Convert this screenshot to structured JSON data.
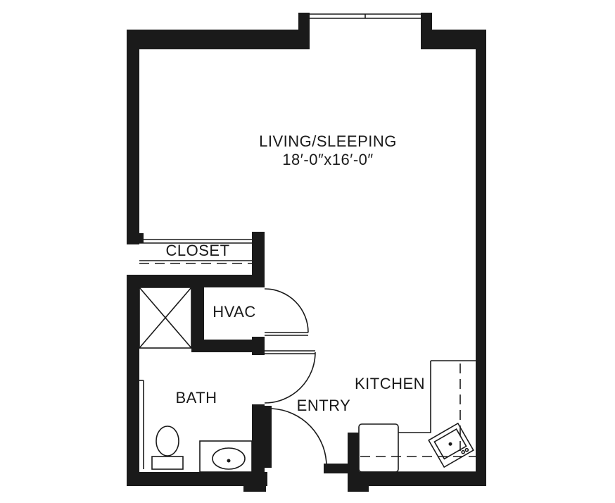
{
  "rooms": {
    "living_name": "LIVING/SLEEPING",
    "living_dims": "18′-0″x16′-0″",
    "closet": "CLOSET",
    "hvac": "HVAC",
    "bath": "BATH",
    "entry": "ENTRY",
    "kitchen": "KITCHEN"
  },
  "colors": {
    "wall": "#1a1a1a",
    "background": "#ffffff"
  }
}
